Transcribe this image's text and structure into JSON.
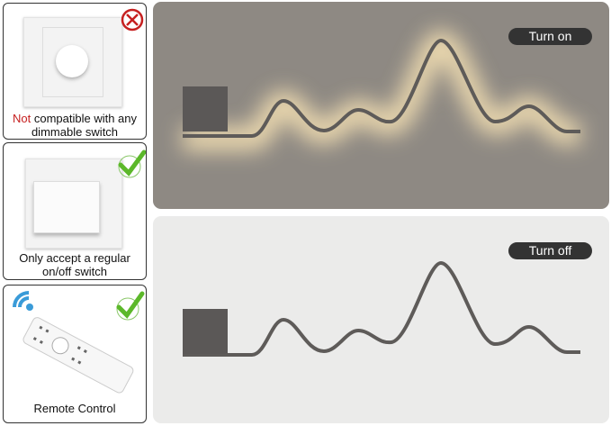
{
  "cards": [
    {
      "caption_highlight": "Not",
      "caption_rest": "compatible with any dimmable switch",
      "status": "incompatible",
      "icon": "red-x-circle-icon"
    },
    {
      "caption": "Only accept a regular on/off switch",
      "status": "compatible",
      "icon": "green-check-icon"
    },
    {
      "caption": "Remote Control",
      "status": "compatible",
      "icon": "green-check-icon"
    }
  ],
  "panels": [
    {
      "label": "Turn on",
      "state": "on"
    },
    {
      "label": "Turn off",
      "state": "off"
    }
  ],
  "colors": {
    "incompatible": "#c62020",
    "compatible": "#5cb82a",
    "glow": "#ffe9b8"
  }
}
